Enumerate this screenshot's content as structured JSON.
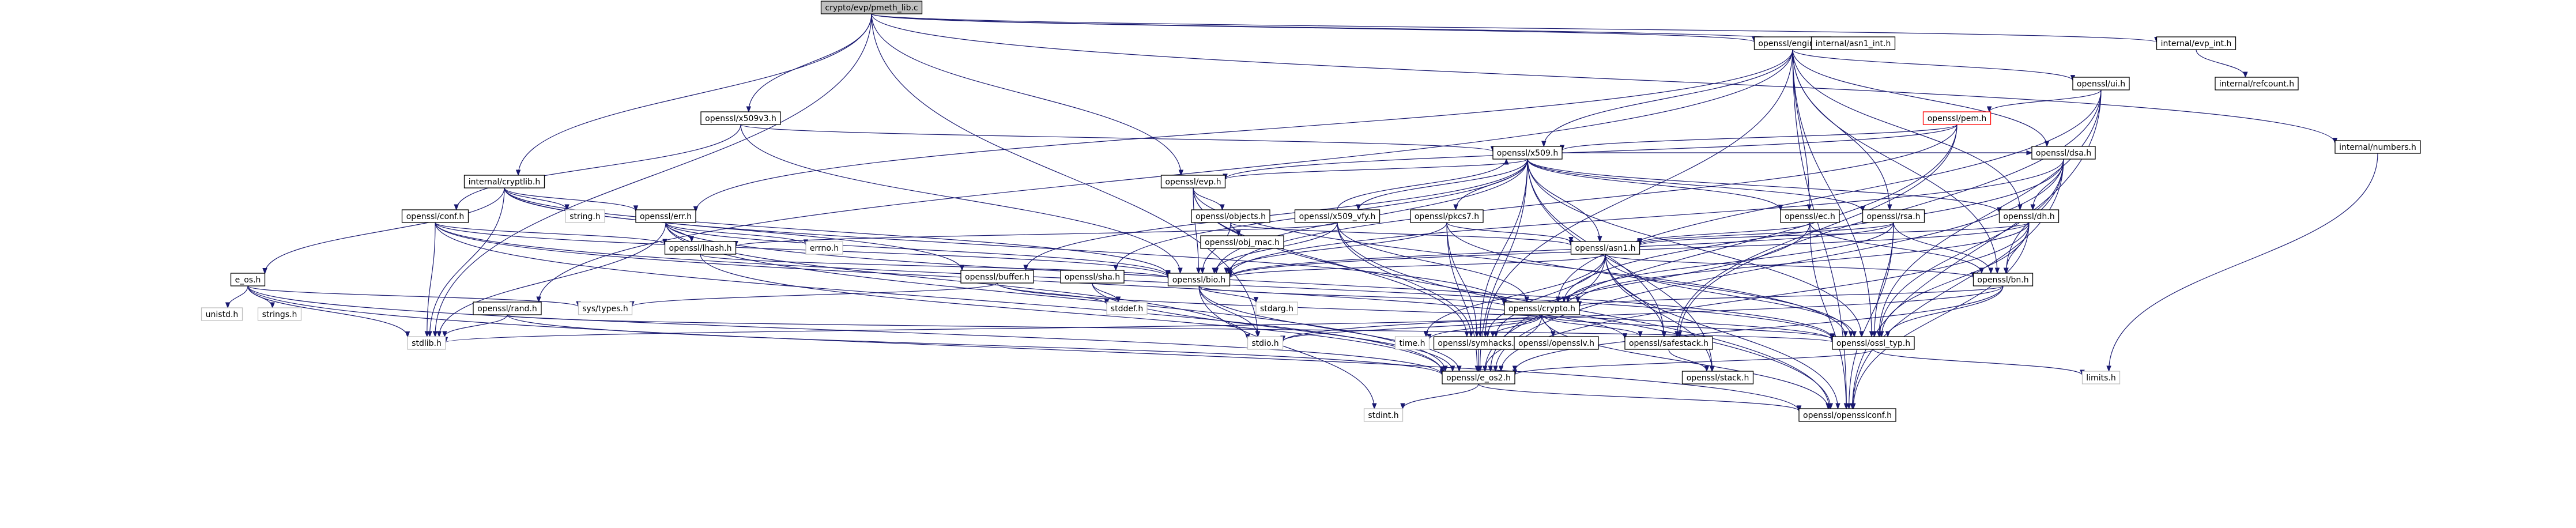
{
  "diagram": {
    "nodes": [
      {
        "id": "root",
        "label": "crypto/evp/pmeth_lib.c",
        "kind": "root"
      },
      {
        "id": "stdio_h",
        "label": "stdio.h",
        "kind": "missing"
      },
      {
        "id": "stdlib_h",
        "label": "stdlib.h",
        "kind": "missing"
      },
      {
        "id": "openssl_engine_h",
        "label": "openssl/engine.h",
        "kind": "normal"
      },
      {
        "id": "openssl_evp_h",
        "label": "openssl/evp.h",
        "kind": "normal"
      },
      {
        "id": "openssl_x509v3_h",
        "label": "openssl/x509v3.h",
        "kind": "normal"
      },
      {
        "id": "internal_cryptlib_h",
        "label": "internal/cryptlib.h",
        "kind": "normal"
      },
      {
        "id": "internal_asn1_int_h",
        "label": "internal/asn1_int.h",
        "kind": "normal"
      },
      {
        "id": "internal_evp_int_h",
        "label": "internal/evp_int.h",
        "kind": "normal"
      },
      {
        "id": "internal_numbers_h",
        "label": "internal/numbers.h",
        "kind": "normal"
      },
      {
        "id": "internal_refcount_h",
        "label": "internal/refcount.h",
        "kind": "normal"
      },
      {
        "id": "openssl_opensslconf_h",
        "label": "openssl/opensslconf.h",
        "kind": "normal"
      },
      {
        "id": "openssl_bn_h",
        "label": "openssl/bn.h",
        "kind": "normal"
      },
      {
        "id": "openssl_rsa_h",
        "label": "openssl/rsa.h",
        "kind": "normal"
      },
      {
        "id": "openssl_dsa_h",
        "label": "openssl/dsa.h",
        "kind": "normal"
      },
      {
        "id": "openssl_dh_h",
        "label": "openssl/dh.h",
        "kind": "normal"
      },
      {
        "id": "openssl_ec_h",
        "label": "openssl/ec.h",
        "kind": "normal"
      },
      {
        "id": "openssl_rand_h",
        "label": "openssl/rand.h",
        "kind": "normal"
      },
      {
        "id": "openssl_ui_h",
        "label": "openssl/ui.h",
        "kind": "normal"
      },
      {
        "id": "openssl_err_h",
        "label": "openssl/err.h",
        "kind": "normal"
      },
      {
        "id": "openssl_ossl_typ_h",
        "label": "openssl/ossl_typ.h",
        "kind": "normal"
      },
      {
        "id": "openssl_symhacks_h",
        "label": "openssl/symhacks.h",
        "kind": "normal"
      },
      {
        "id": "openssl_x509_h",
        "label": "openssl/x509.h",
        "kind": "normal"
      },
      {
        "id": "openssl_e_os2_h",
        "label": "openssl/e_os2.h",
        "kind": "normal"
      },
      {
        "id": "limits_h",
        "label": "limits.h",
        "kind": "missing"
      },
      {
        "id": "openssl_crypto_h",
        "label": "openssl/crypto.h",
        "kind": "normal"
      },
      {
        "id": "openssl_asn1_h",
        "label": "openssl/asn1.h",
        "kind": "normal"
      },
      {
        "id": "openssl_bio_h",
        "label": "openssl/bio.h",
        "kind": "normal"
      },
      {
        "id": "openssl_safestack_h",
        "label": "openssl/safestack.h",
        "kind": "normal"
      },
      {
        "id": "openssl_stack_h",
        "label": "openssl/stack.h",
        "kind": "normal"
      },
      {
        "id": "openssl_opensslv_h",
        "label": "openssl/opensslv.h",
        "kind": "normal"
      },
      {
        "id": "time_h",
        "label": "time.h",
        "kind": "missing"
      },
      {
        "id": "stdint_h",
        "label": "stdint.h",
        "kind": "missing"
      },
      {
        "id": "stdarg_h",
        "label": "stdarg.h",
        "kind": "missing"
      },
      {
        "id": "openssl_buffer_h",
        "label": "openssl/buffer.h",
        "kind": "normal"
      },
      {
        "id": "stddef_h",
        "label": "stddef.h",
        "kind": "missing"
      },
      {
        "id": "sys_types_h",
        "label": "sys/types.h",
        "kind": "missing"
      },
      {
        "id": "openssl_objects_h",
        "label": "openssl/objects.h",
        "kind": "normal"
      },
      {
        "id": "openssl_obj_mac_h",
        "label": "openssl/obj_mac.h",
        "kind": "normal"
      },
      {
        "id": "openssl_sha_h",
        "label": "openssl/sha.h",
        "kind": "normal"
      },
      {
        "id": "openssl_x509_vfy_h",
        "label": "openssl/x509_vfy.h",
        "kind": "normal"
      },
      {
        "id": "openssl_lhash_h",
        "label": "openssl/lhash.h",
        "kind": "normal"
      },
      {
        "id": "openssl_pkcs7_h",
        "label": "openssl/pkcs7.h",
        "kind": "normal"
      },
      {
        "id": "openssl_pem_h",
        "label": "openssl/pem.h",
        "kind": "highlight"
      },
      {
        "id": "openssl_conf_h",
        "label": "openssl/conf.h",
        "kind": "normal"
      },
      {
        "id": "e_os_h",
        "label": "e_os.h",
        "kind": "normal"
      },
      {
        "id": "string_h",
        "label": "string.h",
        "kind": "missing"
      },
      {
        "id": "errno_h",
        "label": "errno.h",
        "kind": "missing"
      },
      {
        "id": "unistd_h",
        "label": "unistd.h",
        "kind": "missing"
      },
      {
        "id": "strings_h",
        "label": "strings.h",
        "kind": "missing"
      }
    ],
    "edges": [
      [
        "root",
        "stdio_h"
      ],
      [
        "root",
        "stdlib_h"
      ],
      [
        "root",
        "openssl_engine_h"
      ],
      [
        "root",
        "openssl_evp_h"
      ],
      [
        "root",
        "openssl_x509v3_h"
      ],
      [
        "root",
        "internal_cryptlib_h"
      ],
      [
        "root",
        "internal_asn1_int_h"
      ],
      [
        "root",
        "internal_evp_int_h"
      ],
      [
        "root",
        "internal_numbers_h"
      ],
      [
        "openssl_engine_h",
        "openssl_opensslconf_h"
      ],
      [
        "openssl_engine_h",
        "openssl_bn_h"
      ],
      [
        "openssl_engine_h",
        "openssl_rsa_h"
      ],
      [
        "openssl_engine_h",
        "openssl_dsa_h"
      ],
      [
        "openssl_engine_h",
        "openssl_dh_h"
      ],
      [
        "openssl_engine_h",
        "openssl_ec_h"
      ],
      [
        "openssl_engine_h",
        "openssl_rand_h"
      ],
      [
        "openssl_engine_h",
        "openssl_ui_h"
      ],
      [
        "openssl_engine_h",
        "openssl_err_h"
      ],
      [
        "openssl_engine_h",
        "openssl_ossl_typ_h"
      ],
      [
        "openssl_engine_h",
        "openssl_symhacks_h"
      ],
      [
        "openssl_engine_h",
        "openssl_x509_h"
      ],
      [
        "openssl_bn_h",
        "openssl_e_os2_h"
      ],
      [
        "openssl_bn_h",
        "stdio_h"
      ],
      [
        "openssl_bn_h",
        "openssl_ossl_typ_h"
      ],
      [
        "openssl_bn_h",
        "openssl_crypto_h"
      ],
      [
        "openssl_e_os2_h",
        "openssl_opensslconf_h"
      ],
      [
        "openssl_e_os2_h",
        "stdint_h"
      ],
      [
        "openssl_ossl_typ_h",
        "openssl_e_os2_h"
      ],
      [
        "openssl_ossl_typ_h",
        "limits_h"
      ],
      [
        "openssl_crypto_h",
        "stdlib_h"
      ],
      [
        "openssl_crypto_h",
        "time_h"
      ],
      [
        "openssl_crypto_h",
        "openssl_e_os2_h"
      ],
      [
        "openssl_crypto_h",
        "stdio_h"
      ],
      [
        "openssl_crypto_h",
        "openssl_safestack_h"
      ],
      [
        "openssl_crypto_h",
        "openssl_opensslv_h"
      ],
      [
        "openssl_crypto_h",
        "openssl_ossl_typ_h"
      ],
      [
        "openssl_crypto_h",
        "openssl_opensslconf_h"
      ],
      [
        "openssl_crypto_h",
        "openssl_symhacks_h"
      ],
      [
        "openssl_safestack_h",
        "openssl_stack_h"
      ],
      [
        "openssl_symhacks_h",
        "openssl_e_os2_h"
      ],
      [
        "openssl_rsa_h",
        "openssl_opensslconf_h"
      ],
      [
        "openssl_rsa_h",
        "openssl_asn1_h"
      ],
      [
        "openssl_rsa_h",
        "openssl_bio_h"
      ],
      [
        "openssl_rsa_h",
        "openssl_crypto_h"
      ],
      [
        "openssl_rsa_h",
        "openssl_ossl_typ_h"
      ],
      [
        "openssl_rsa_h",
        "openssl_bn_h"
      ],
      [
        "openssl_asn1_h",
        "time_h"
      ],
      [
        "openssl_asn1_h",
        "openssl_e_os2_h"
      ],
      [
        "openssl_asn1_h",
        "openssl_opensslconf_h"
      ],
      [
        "openssl_asn1_h",
        "openssl_bio_h"
      ],
      [
        "openssl_asn1_h",
        "openssl_safestack_h"
      ],
      [
        "openssl_asn1_h",
        "openssl_stack_h"
      ],
      [
        "openssl_asn1_h",
        "openssl_symhacks_h"
      ],
      [
        "openssl_asn1_h",
        "openssl_ossl_typ_h"
      ],
      [
        "openssl_asn1_h",
        "openssl_bn_h"
      ],
      [
        "openssl_bio_h",
        "openssl_e_os2_h"
      ],
      [
        "openssl_bio_h",
        "stdio_h"
      ],
      [
        "openssl_bio_h",
        "stdarg_h"
      ],
      [
        "openssl_bio_h",
        "openssl_crypto_h"
      ],
      [
        "openssl_bio_h",
        "stdint_h"
      ],
      [
        "openssl_dsa_h",
        "openssl_opensslconf_h"
      ],
      [
        "openssl_dsa_h",
        "openssl_e_os2_h"
      ],
      [
        "openssl_dsa_h",
        "openssl_bio_h"
      ],
      [
        "openssl_dsa_h",
        "openssl_crypto_h"
      ],
      [
        "openssl_dsa_h",
        "openssl_ossl_typ_h"
      ],
      [
        "openssl_dsa_h",
        "openssl_bn_h"
      ],
      [
        "openssl_dsa_h",
        "openssl_dh_h"
      ],
      [
        "openssl_dh_h",
        "openssl_opensslconf_h"
      ],
      [
        "openssl_dh_h",
        "openssl_e_os2_h"
      ],
      [
        "openssl_dh_h",
        "openssl_bio_h"
      ],
      [
        "openssl_dh_h",
        "openssl_asn1_h"
      ],
      [
        "openssl_dh_h",
        "openssl_ossl_typ_h"
      ],
      [
        "openssl_dh_h",
        "openssl_bn_h"
      ],
      [
        "openssl_dh_h",
        "openssl_crypto_h"
      ],
      [
        "openssl_ec_h",
        "openssl_opensslconf_h"
      ],
      [
        "openssl_ec_h",
        "openssl_asn1_h"
      ],
      [
        "openssl_ec_h",
        "openssl_symhacks_h"
      ],
      [
        "openssl_ec_h",
        "openssl_bn_h"
      ],
      [
        "openssl_rand_h",
        "stdlib_h"
      ],
      [
        "openssl_rand_h",
        "openssl_ossl_typ_h"
      ],
      [
        "openssl_rand_h",
        "openssl_e_os2_h"
      ],
      [
        "openssl_ui_h",
        "openssl_opensslconf_h"
      ],
      [
        "openssl_ui_h",
        "openssl_pem_h"
      ],
      [
        "openssl_ui_h",
        "openssl_crypto_h"
      ],
      [
        "openssl_ui_h",
        "openssl_safestack_h"
      ],
      [
        "openssl_ui_h",
        "openssl_ossl_typ_h"
      ],
      [
        "openssl_pem_h",
        "openssl_e_os2_h"
      ],
      [
        "openssl_pem_h",
        "openssl_bio_h"
      ],
      [
        "openssl_pem_h",
        "openssl_safestack_h"
      ],
      [
        "openssl_pem_h",
        "openssl_evp_h"
      ],
      [
        "openssl_pem_h",
        "openssl_x509_h"
      ],
      [
        "openssl_evp_h",
        "openssl_opensslconf_h"
      ],
      [
        "openssl_evp_h",
        "openssl_ossl_typ_h"
      ],
      [
        "openssl_evp_h",
        "openssl_symhacks_h"
      ],
      [
        "openssl_evp_h",
        "openssl_bio_h"
      ],
      [
        "openssl_evp_h",
        "openssl_objects_h"
      ],
      [
        "openssl_objects_h",
        "openssl_obj_mac_h"
      ],
      [
        "openssl_objects_h",
        "openssl_bio_h"
      ],
      [
        "openssl_objects_h",
        "openssl_asn1_h"
      ],
      [
        "openssl_x509_h",
        "openssl_e_os2_h"
      ],
      [
        "openssl_x509_h",
        "openssl_ossl_typ_h"
      ],
      [
        "openssl_x509_h",
        "openssl_symhacks_h"
      ],
      [
        "openssl_x509_h",
        "openssl_buffer_h"
      ],
      [
        "openssl_x509_h",
        "openssl_evp_h"
      ],
      [
        "openssl_x509_h",
        "openssl_bio_h"
      ],
      [
        "openssl_x509_h",
        "openssl_stack_h"
      ],
      [
        "openssl_x509_h",
        "openssl_asn1_h"
      ],
      [
        "openssl_x509_h",
        "openssl_safestack_h"
      ],
      [
        "openssl_x509_h",
        "openssl_ec_h"
      ],
      [
        "openssl_x509_h",
        "openssl_rsa_h"
      ],
      [
        "openssl_x509_h",
        "openssl_dsa_h"
      ],
      [
        "openssl_x509_h",
        "openssl_dh_h"
      ],
      [
        "openssl_x509_h",
        "openssl_sha_h"
      ],
      [
        "openssl_x509_h",
        "openssl_x509_vfy_h"
      ],
      [
        "openssl_x509_h",
        "openssl_pkcs7_h"
      ],
      [
        "openssl_buffer_h",
        "openssl_ossl_typ_h"
      ],
      [
        "openssl_buffer_h",
        "stddef_h"
      ],
      [
        "openssl_buffer_h",
        "sys_types_h"
      ],
      [
        "openssl_sha_h",
        "openssl_e_os2_h"
      ],
      [
        "openssl_sha_h",
        "stddef_h"
      ],
      [
        "openssl_x509_vfy_h",
        "openssl_opensslconf_h"
      ],
      [
        "openssl_x509_vfy_h",
        "openssl_lhash_h"
      ],
      [
        "openssl_x509_vfy_h",
        "openssl_bio_h"
      ],
      [
        "openssl_x509_vfy_h",
        "openssl_crypto_h"
      ],
      [
        "openssl_x509_vfy_h",
        "openssl_symhacks_h"
      ],
      [
        "openssl_x509_vfy_h",
        "openssl_x509_h"
      ],
      [
        "openssl_lhash_h",
        "openssl_e_os2_h"
      ],
      [
        "openssl_lhash_h",
        "openssl_bio_h"
      ],
      [
        "openssl_pkcs7_h",
        "openssl_asn1_h"
      ],
      [
        "openssl_pkcs7_h",
        "openssl_bio_h"
      ],
      [
        "openssl_pkcs7_h",
        "openssl_e_os2_h"
      ],
      [
        "openssl_pkcs7_h",
        "openssl_symhacks_h"
      ],
      [
        "openssl_pkcs7_h",
        "openssl_ossl_typ_h"
      ],
      [
        "openssl_err_h",
        "openssl_e_os2_h"
      ],
      [
        "openssl_err_h",
        "stdio_h"
      ],
      [
        "openssl_err_h",
        "stdlib_h"
      ],
      [
        "openssl_err_h",
        "openssl_ossl_typ_h"
      ],
      [
        "openssl_err_h",
        "openssl_bio_h"
      ],
      [
        "openssl_err_h",
        "openssl_lhash_h"
      ],
      [
        "openssl_err_h",
        "errno_h"
      ],
      [
        "openssl_x509v3_h",
        "openssl_bio_h"
      ],
      [
        "openssl_x509v3_h",
        "openssl_x509_h"
      ],
      [
        "openssl_x509v3_h",
        "openssl_conf_h"
      ],
      [
        "openssl_conf_h",
        "openssl_bio_h"
      ],
      [
        "openssl_conf_h",
        "openssl_lhash_h"
      ],
      [
        "openssl_conf_h",
        "openssl_safestack_h"
      ],
      [
        "openssl_conf_h",
        "openssl_e_os2_h"
      ],
      [
        "openssl_conf_h",
        "openssl_ossl_typ_h"
      ],
      [
        "openssl_conf_h",
        "stdlib_h"
      ],
      [
        "internal_cryptlib_h",
        "stdlib_h"
      ],
      [
        "internal_cryptlib_h",
        "string_h"
      ],
      [
        "internal_cryptlib_h",
        "e_os_h"
      ],
      [
        "internal_cryptlib_h",
        "openssl_crypto_h"
      ],
      [
        "internal_cryptlib_h",
        "openssl_buffer_h"
      ],
      [
        "internal_cryptlib_h",
        "openssl_bio_h"
      ],
      [
        "internal_cryptlib_h",
        "openssl_err_h"
      ],
      [
        "internal_cryptlib_h",
        "internal_nelem"
      ],
      [
        "e_os_h",
        "openssl_opensslconf_h"
      ],
      [
        "e_os_h",
        "openssl_e_os2_h"
      ],
      [
        "e_os_h",
        "unistd_h"
      ],
      [
        "e_os_h",
        "sys_types_h"
      ],
      [
        "e_os_h",
        "strings_h"
      ],
      [
        "e_os_h",
        "stdlib_h"
      ],
      [
        "internal_evp_int_h",
        "internal_refcount_h"
      ],
      [
        "internal_numbers_h",
        "limits_h"
      ]
    ]
  }
}
